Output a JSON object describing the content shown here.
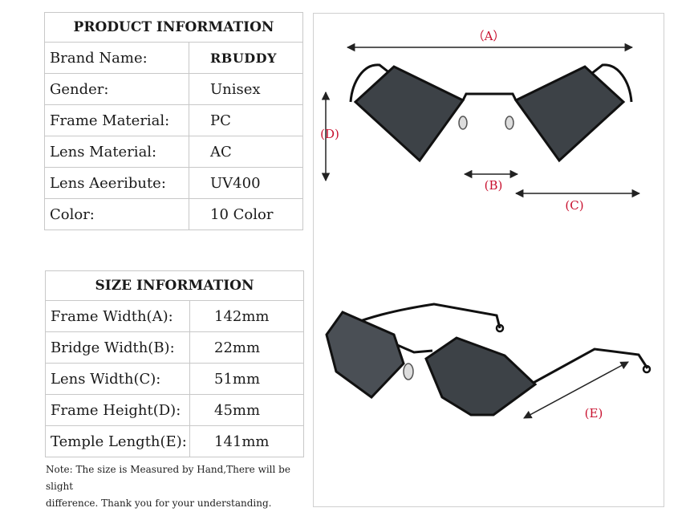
{
  "product_info": {
    "title": "PRODUCT INFORMATION",
    "rows": [
      {
        "label": "Brand Name:",
        "value": "RBUDDY"
      },
      {
        "label": "Gender:",
        "value": "Unisex"
      },
      {
        "label": "Frame Material:",
        "value": "PC"
      },
      {
        "label": "Lens Material:",
        "value": "AC"
      },
      {
        "label": "Lens Aeeribute:",
        "value": "UV400"
      },
      {
        "label": "Color:",
        "value": "10 Color"
      }
    ]
  },
  "size_info": {
    "title": "SIZE INFORMATION",
    "rows": [
      {
        "label": "Frame Width(A):",
        "value": "142mm"
      },
      {
        "label": "Bridge Width(B):",
        "value": "22mm"
      },
      {
        "label": "Lens Width(C):",
        "value": "51mm"
      },
      {
        "label": "Frame Height(D):",
        "value": "45mm"
      },
      {
        "label": "Temple Length(E):",
        "value": "141mm"
      }
    ]
  },
  "note": {
    "line1": "Note: The size is Measured by Hand,There will be slight",
    "line2": "difference. Thank you for your understanding."
  },
  "dimension_labels": {
    "a": "（A）",
    "b": "(B)",
    "c": "(C)",
    "d": "(D)",
    "e": "(E)"
  },
  "colors": {
    "label_red": "#c8102e",
    "border": "#c8c8c8",
    "lens": "#3d4247",
    "frame": "#111111"
  }
}
